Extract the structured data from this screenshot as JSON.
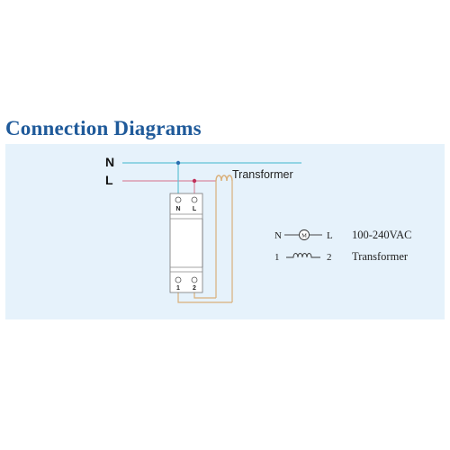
{
  "title": "Connection Diagrams",
  "diagram": {
    "wire_labels": {
      "neutral": "N",
      "live": "L"
    },
    "transformer_label": "Transformer",
    "module": {
      "top_terminals": [
        "N",
        "L"
      ],
      "bottom_terminals": [
        "1",
        "2"
      ]
    },
    "legend": [
      {
        "left": "N",
        "symbol": "lamp-symbol-icon",
        "symbol_text": "M",
        "right": "L",
        "description": "100-240VAC"
      },
      {
        "left": "1",
        "symbol": "coil-symbol-icon",
        "right": "2",
        "description": "Transformer"
      }
    ],
    "colors": {
      "title": "#1f5a9a",
      "panel": "#e6f2fb",
      "neutral_wire": "#5fc2d6",
      "live_wire": "#d98aa0",
      "transformer_wire": "#d9b07a",
      "neutral_dot": "#2a6fb0",
      "live_dot": "#c0305a"
    }
  }
}
